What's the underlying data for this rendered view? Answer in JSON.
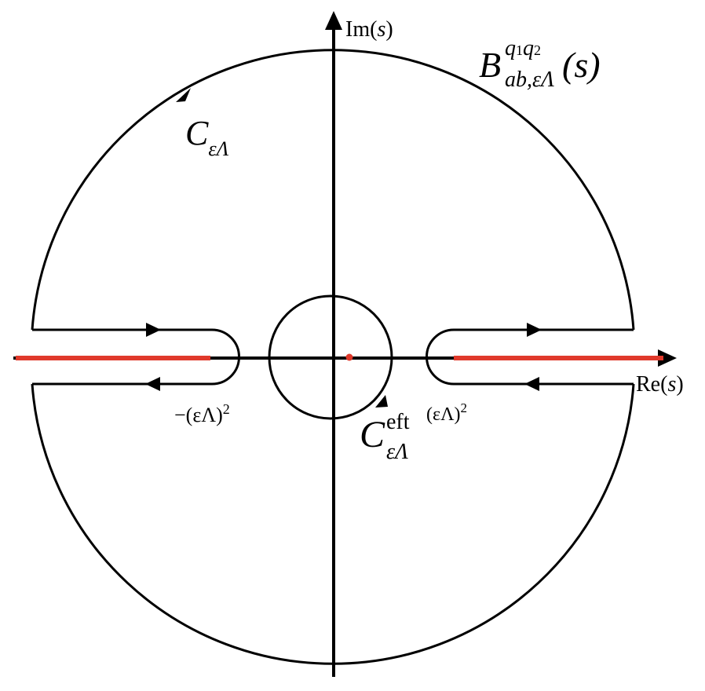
{
  "axes": {
    "im_label": {
      "text": "Im(",
      "var": "s",
      "close": ")"
    },
    "re_label": {
      "text": "Re(",
      "var": "s",
      "close": ")"
    }
  },
  "function_label": {
    "letter": "B",
    "superscript": "q",
    "sup_i1": "1",
    "sup_q2": "q",
    "sup_i2": "2",
    "subscript": "ab,εΛ",
    "arg": "(s)"
  },
  "contour_outer": {
    "letter": "C",
    "subscript": "εΛ"
  },
  "contour_eft": {
    "letter": "C",
    "superscript": "eft",
    "subscript": "εΛ"
  },
  "branch_points": {
    "left": {
      "prefix": "−(εΛ)",
      "exponent": "2"
    },
    "right": {
      "prefix": "(εΛ)",
      "exponent": "2"
    }
  },
  "colors": {
    "ink": "#000000",
    "branch_cut": "#e0392b",
    "pole": "#e0392b"
  }
}
